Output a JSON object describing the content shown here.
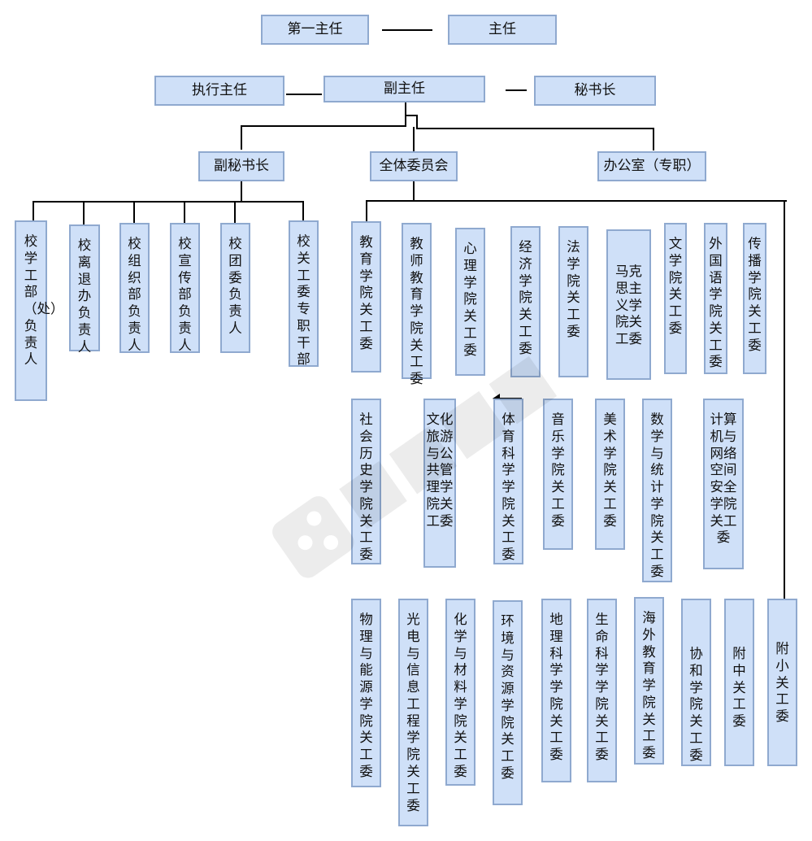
{
  "top": {
    "first_director": "第一主任",
    "director": "主任",
    "executive_director": "执行主任",
    "deputy_director": "副主任",
    "secretary_general": "秘书长",
    "deputy_secretary_general": "副秘书长",
    "all_committee": "全体委员会",
    "office": "办公室（专职）"
  },
  "left_group": [
    "校学工部（处）负责人",
    "校离退办负责人",
    "校组织部负责人",
    "校宣传部负责人",
    "校团委负责人",
    "校关工委专职干部"
  ],
  "row1": [
    "教育学院关工委",
    "教师教育学院关工委",
    "心理学院关工委",
    "经济学院关工委",
    "法学院关工委",
    "马克思主义学院关工委",
    "文学院关工委",
    "外国语学院关工委",
    "传播学院关工委"
  ],
  "row2": [
    "社会历史学院关工委",
    "文化旅游与公共管理学院关工委",
    "体育科学学院关工委",
    "音乐学院关工委",
    "美术学院关工委",
    "数学与统计学院关工委",
    "计算机与网络空间安全学院关工委"
  ],
  "row3": [
    "物理与能源学院关工委",
    "光电与信息工程学院关工委",
    "化学与材料学院关工委",
    "环境与资源学院关工委",
    "地理科学学院关工委",
    "生命科学学院关工委",
    "海外教育学院关工委",
    "协和学院关工委",
    "附中关工委",
    "附小关工委"
  ]
}
